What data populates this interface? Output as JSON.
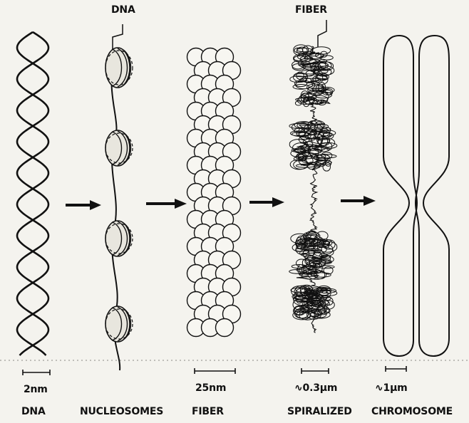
{
  "callouts": {
    "dna": "DNA",
    "fiber": "FIBER"
  },
  "scales": {
    "dna": "2nm",
    "fiber": "25nm",
    "spiralized": "∿0.3µm",
    "chromosome": "∿1µm"
  },
  "stages": {
    "dna": "DNA",
    "nucleosomes": "NUCLEOSOMES",
    "fiber": "FIBER",
    "spiralized": "SPIRALIZED",
    "chromosome": "CHROMOSOME"
  },
  "colors": {
    "ink": "#111111",
    "paper": "#f4f3ee"
  }
}
